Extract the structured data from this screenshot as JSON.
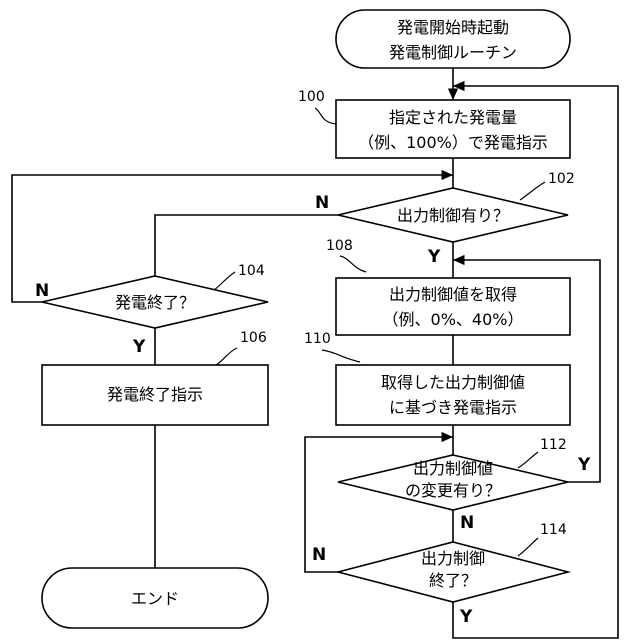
{
  "start": {
    "line1": "発電開始時起動",
    "line2": "発電制御ルーチン"
  },
  "steps": {
    "s100": {
      "ref": "100",
      "line1": "指定された発電量",
      "line2": "（例、100%）で発電指示"
    },
    "s102": {
      "ref": "102",
      "line1": "出力制御有り？",
      "yes": "Y",
      "no": "N"
    },
    "s104": {
      "ref": "104",
      "line1": "発電終了？",
      "yes": "Y",
      "no": "N"
    },
    "s106": {
      "ref": "106",
      "line1": "発電終了指示"
    },
    "s108": {
      "ref": "108",
      "line1": "出力制御値を取得",
      "line2": "（例、0%、40%）"
    },
    "s110": {
      "ref": "110",
      "line1": "取得した出力制御値",
      "line2": "に基づき発電指示"
    },
    "s112": {
      "ref": "112",
      "line1": "出力制御値",
      "line2": "の変更有り？",
      "yes": "Y",
      "no": "N"
    },
    "s114": {
      "ref": "114",
      "line1": "出力制御",
      "line2": "終了？",
      "yes": "Y",
      "no": "N"
    }
  },
  "end": {
    "label": "エンド"
  }
}
